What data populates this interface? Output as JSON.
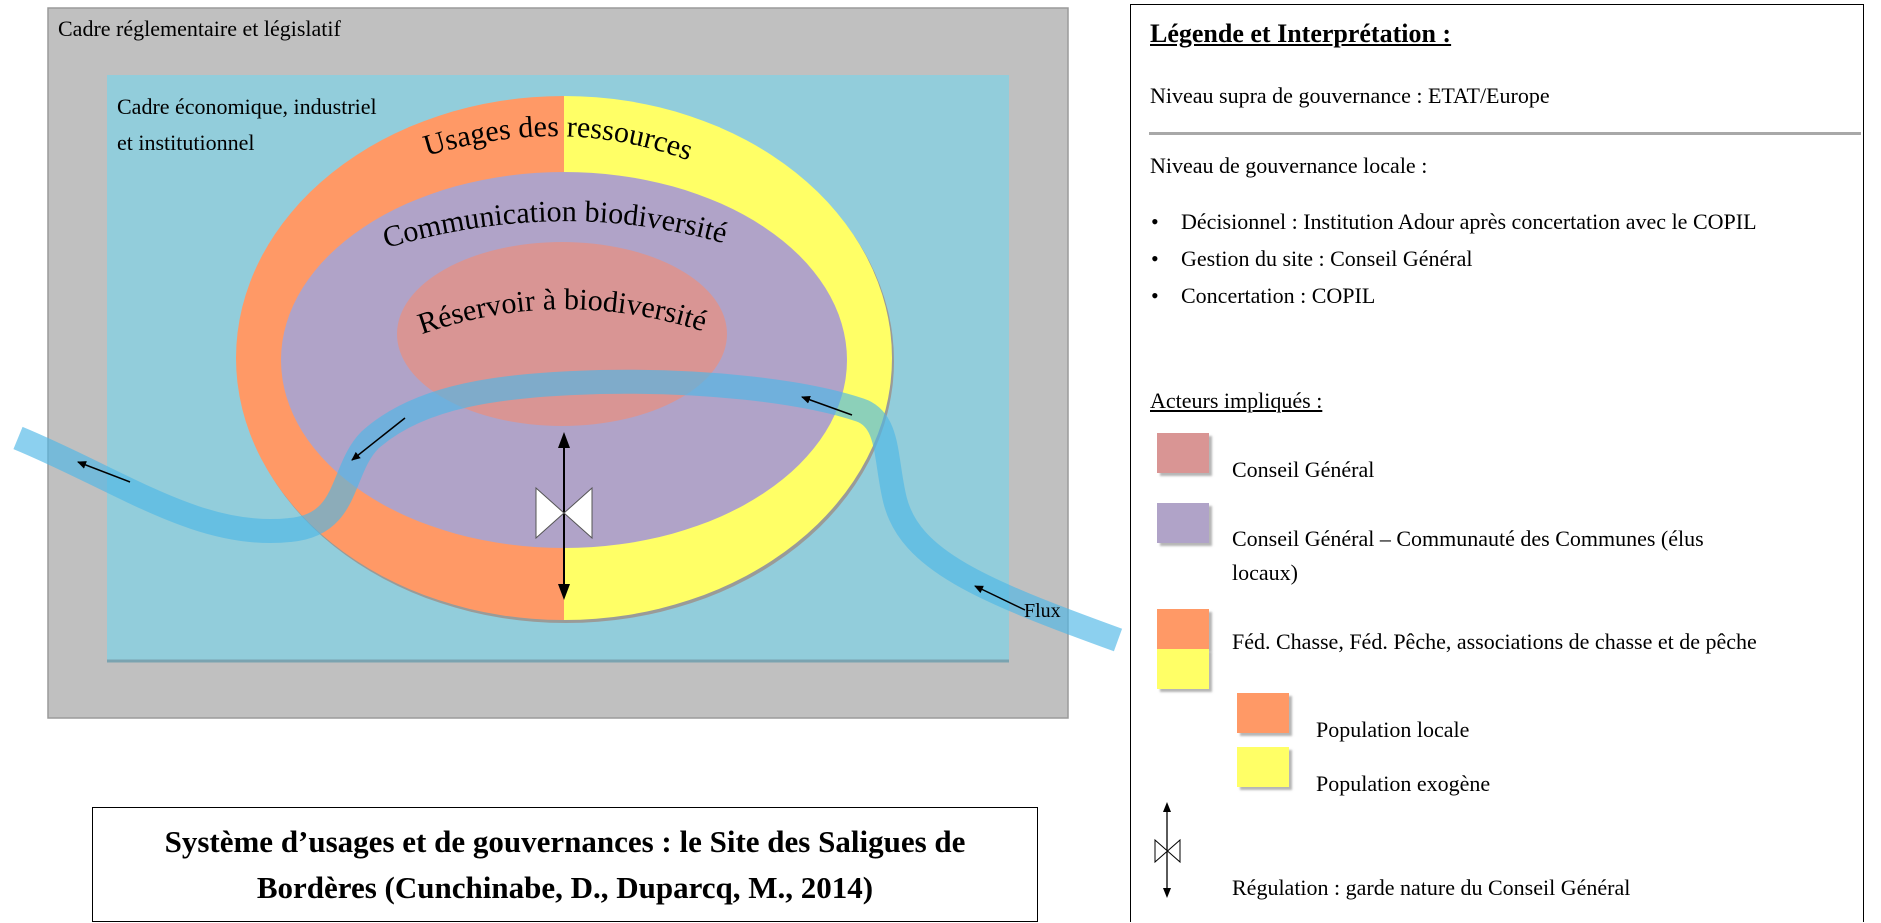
{
  "diagram": {
    "outer_frame_label": "Cadre réglementaire et législatif",
    "inner_frame_label_line1": "Cadre économique, industriel",
    "inner_frame_label_line2": "et institutionnel",
    "ring_label": "Usages des ressources",
    "middle_label": "Communication biodiversité",
    "core_label": "Réservoir à biodiversité",
    "flow_label": "Flux",
    "colors": {
      "outer": "#c0c0c0",
      "inner": "#92cddb",
      "orange": "#ff9966",
      "yellow": "#ffff66",
      "purple": "#b0a3c8",
      "core": "#d99594",
      "river": "#4fb7e6"
    }
  },
  "caption": {
    "line1": "Système d’usages et de gouvernances : le Site des Saligues de",
    "line2": "Bordères (Cunchinabe, D., Duparcq, M., 2014)"
  },
  "legend": {
    "title": "Légende et Interprétation :",
    "supra": "Niveau supra de gouvernance : ETAT/Europe",
    "local": "Niveau de gouvernance locale :",
    "bullets": [
      "Décisionnel : Institution Adour après concertation avec le COPIL",
      "Gestion du site : Conseil Général",
      "Concertation : COPIL"
    ],
    "actors_title": "Acteurs impliqués :",
    "actors": {
      "cg": "Conseil Général",
      "cg_cc_line1": "Conseil Général – Communauté des Communes (élus",
      "cg_cc_line2": "locaux)",
      "fed": "Féd. Chasse, Féd. Pêche, associations de chasse et de pêche",
      "pop_local": "Population locale",
      "pop_exo": "Population exogène"
    },
    "regulation": "Régulation : garde nature du Conseil Général",
    "icons": [
      "bowtie-valve-icon"
    ]
  }
}
